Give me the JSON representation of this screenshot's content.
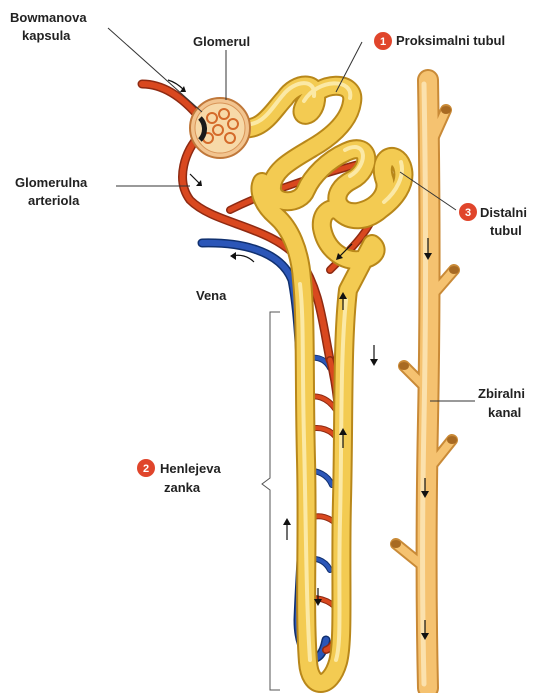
{
  "labels": {
    "bowman_line1": "Bowmanova",
    "bowman_line2": "kapsula",
    "glomerul": "Glomerul",
    "proksimalni": "Proksimalni tubul",
    "glomerulna_line1": "Glomerulna",
    "glomerulna_line2": "arteriola",
    "distalni_line1": "Distalni",
    "distalni_line2": "tubul",
    "vena": "Vena",
    "zbiralni_line1": "Zbiralni",
    "zbiralni_line2": "kanal",
    "henle_line1": "Henlejeva",
    "henle_line2": "zanka"
  },
  "badges": {
    "proksimalni": "1",
    "henle": "2",
    "distalni": "3"
  },
  "colors": {
    "tubule": "#f3cb52",
    "collecting_duct": "#f5c270",
    "artery": "#d9481f",
    "vein": "#2b56b8",
    "badge": "#e0452b",
    "capsule": "#f2c48f"
  }
}
